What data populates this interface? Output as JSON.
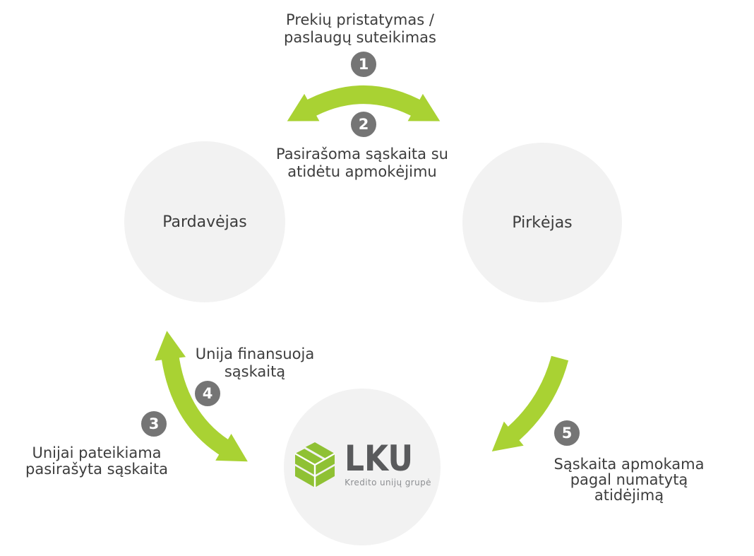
{
  "colors": {
    "arrow_green": "#a9d233",
    "logo_green": "#8fc134",
    "circle_fill": "#f2f2f2",
    "badge_gray": "#757575",
    "label_color": "#3d3d3d",
    "lku_text": "#595a5c",
    "tagline_color": "#8d8f92"
  },
  "entities": {
    "seller": {
      "label": "Pardavėjas"
    },
    "buyer": {
      "label": "Pirkėjas"
    },
    "lku": {
      "name": "LKU",
      "tagline": "Kredito unijų grupė",
      "logo_icon": "woven-cube-icon"
    }
  },
  "steps": [
    {
      "number": "1",
      "lines": [
        "Prekių pristatymas /",
        "paslaugų suteikimas"
      ]
    },
    {
      "number": "2",
      "lines": [
        "Pasirašoma sąskaita su",
        "atidėtu apmokėjimu"
      ]
    },
    {
      "number": "3",
      "lines": [
        "Unijai pateikiama",
        "pasirašyta sąskaita"
      ]
    },
    {
      "number": "4",
      "lines": [
        "Unija finansuoja",
        "sąskaitą"
      ]
    },
    {
      "number": "5",
      "lines": [
        "Sąskaita apmokama",
        "pagal numatytą",
        "atidėjimą"
      ]
    }
  ]
}
